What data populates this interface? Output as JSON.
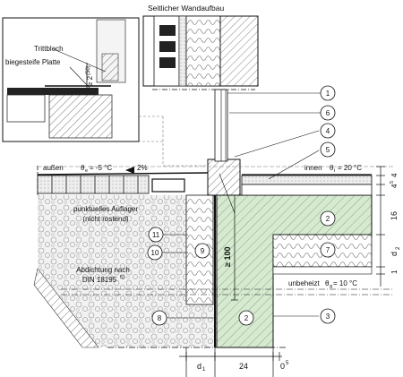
{
  "inset_right": {
    "title": "Seitlicher Wandaufbau"
  },
  "inset_left": {
    "trittblech": "Trittblech",
    "platte": "biegesteife Platte",
    "min_height_sym": "≥ 2",
    "min_height_sup": "(50)"
  },
  "outside": {
    "label": "außen",
    "temp_sym": "θ",
    "temp_sub": "e",
    "temp_val": "= -5 °C",
    "slope": "2%"
  },
  "inside": {
    "label": "innen",
    "temp_sym": "θ",
    "temp_sub": "i",
    "temp_val": "= 20 °C"
  },
  "unheated": {
    "label": "unbeheizt",
    "temp_sym": "θ",
    "temp_sub": "g",
    "temp_val": "= 10 °C"
  },
  "support_note": {
    "line1": "punktuelles Auflager",
    "line2": "(nicht rostend)"
  },
  "sealing_note": {
    "line1": "Abdichtung nach",
    "line2": "DIN 18195",
    "sup": "5)"
  },
  "height_label": "≥ 100",
  "dim_right": {
    "d1": "4",
    "d2": "4",
    "d2_sup": "5",
    "d3": "16",
    "d4": "d",
    "d4_sub": "2",
    "d5": "1"
  },
  "dim_bottom": {
    "b1": "d",
    "b1_sub": "1",
    "b2": "24",
    "b3": "0",
    "b3_sup": "5"
  },
  "callouts": [
    "1",
    "2",
    "3",
    "4",
    "5",
    "6",
    "7",
    "8",
    "9",
    "10",
    "11",
    "2"
  ],
  "colors": {
    "concrete": "#d6ead0",
    "line": "#111111"
  }
}
